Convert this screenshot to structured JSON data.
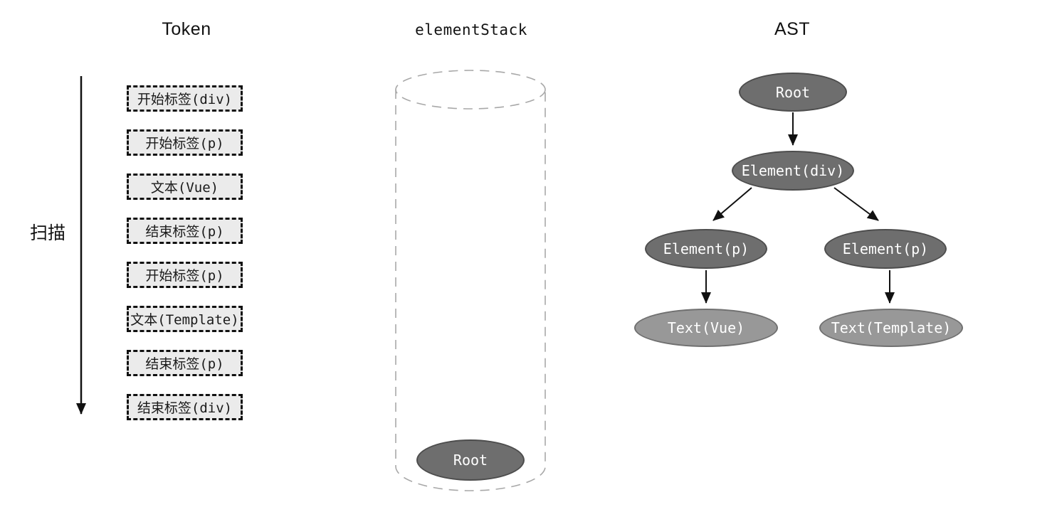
{
  "titles": {
    "token_column": "Token",
    "stack_column": "elementStack",
    "ast_column": "AST"
  },
  "scan_label": "扫描",
  "tokens": [
    {
      "label": "开始标签(div)"
    },
    {
      "label": "开始标签(p)"
    },
    {
      "label": "文本(Vue)"
    },
    {
      "label": "结束标签(p)"
    },
    {
      "label": "开始标签(p)"
    },
    {
      "label": "文本(Template)"
    },
    {
      "label": "结束标签(p)"
    },
    {
      "label": "结束标签(div)"
    }
  ],
  "element_stack": {
    "items": [
      {
        "label": "Root"
      }
    ]
  },
  "ast": {
    "nodes": [
      {
        "id": "root",
        "label": "Root",
        "kind": "element"
      },
      {
        "id": "element-div",
        "label": "Element(div)",
        "kind": "element"
      },
      {
        "id": "element-p-left",
        "label": "Element(p)",
        "kind": "element"
      },
      {
        "id": "element-p-right",
        "label": "Element(p)",
        "kind": "element"
      },
      {
        "id": "text-vue",
        "label": "Text(Vue)",
        "kind": "text"
      },
      {
        "id": "text-template",
        "label": "Text(Template)",
        "kind": "text"
      }
    ],
    "edges": [
      {
        "from": "root",
        "to": "element-div"
      },
      {
        "from": "element-div",
        "to": "element-p-left"
      },
      {
        "from": "element-div",
        "to": "element-p-right"
      },
      {
        "from": "element-p-left",
        "to": "text-vue"
      },
      {
        "from": "element-p-right",
        "to": "text-template"
      }
    ]
  },
  "colors": {
    "element_node_fill": "#6e6e6e",
    "element_node_stroke": "#4d4d4d",
    "text_node_fill": "#989898",
    "text_node_stroke": "#707070",
    "token_background": "#ebebeb",
    "token_border": "#111111",
    "cylinder_stroke": "#a8a8a8",
    "arrow_color": "#111111"
  }
}
